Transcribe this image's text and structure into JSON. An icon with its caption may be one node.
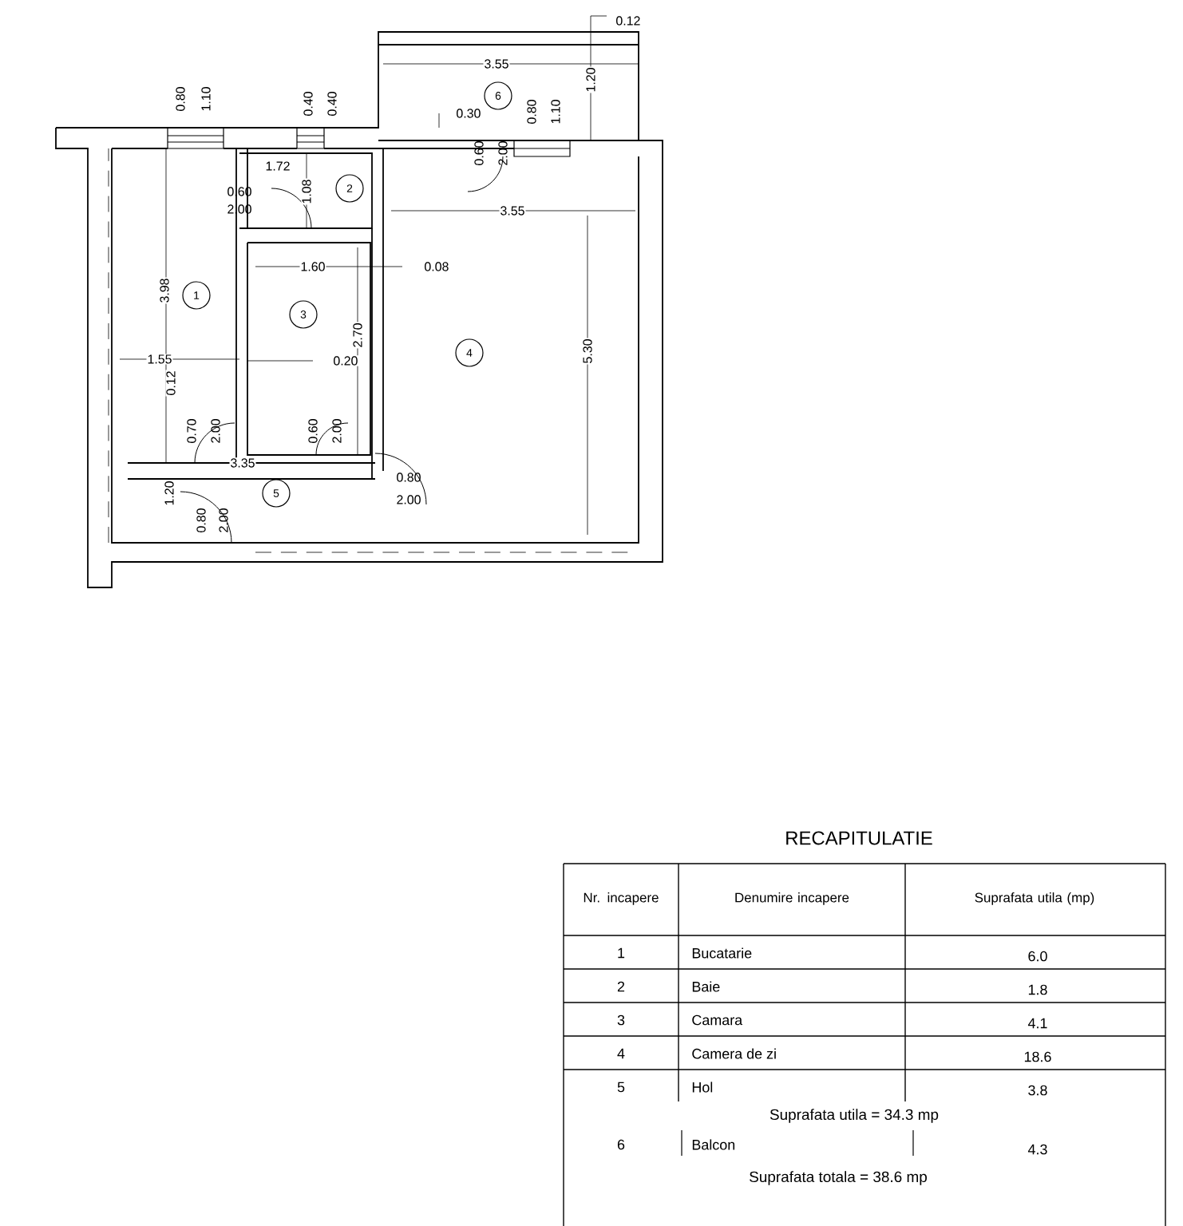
{
  "diagram": {
    "nodes": [
      {
        "text": [
          "6"
        ]
      },
      {
        "text": [
          "2"
        ]
      },
      {
        "text": [
          "1"
        ]
      },
      {
        "text": [
          "3"
        ]
      },
      {
        "text": [
          "4"
        ]
      },
      {
        "text": [
          "5"
        ]
      }
    ],
    "labels": [
      "0.12",
      "0.80",
      "1.10",
      "0.40",
      "0.40",
      "3.55",
      "0.80",
      "1.10",
      "1.20",
      "0.30",
      "1.72",
      "0.60",
      "2.00",
      "1.08",
      "0.60",
      "2.00",
      "3.55",
      "1.60",
      "0.08",
      "3.98",
      "2.70",
      "5.30",
      "1.55",
      "0.20",
      "0.12",
      "0.70",
      "2.00",
      "0.60",
      "2.00",
      "3.35",
      "0.80",
      "2.00",
      "1.20",
      "0.80",
      "2.00",
      "RECAPITULATIE",
      "Nr. incapere",
      "Denumire incapere",
      "Suprafata utila (mp)",
      "1",
      "Bucatarie",
      "6.0",
      "2",
      "Baie",
      "1.8",
      "3",
      "Camara",
      "4.1",
      "4",
      "Camera de zi",
      "18.6",
      "5",
      "Hol",
      "3.8",
      "Suprafata utila = 34.3 mp",
      "6",
      "Balcon",
      "4.3",
      "Suprafata totala = 38.6 mp"
    ]
  }
}
